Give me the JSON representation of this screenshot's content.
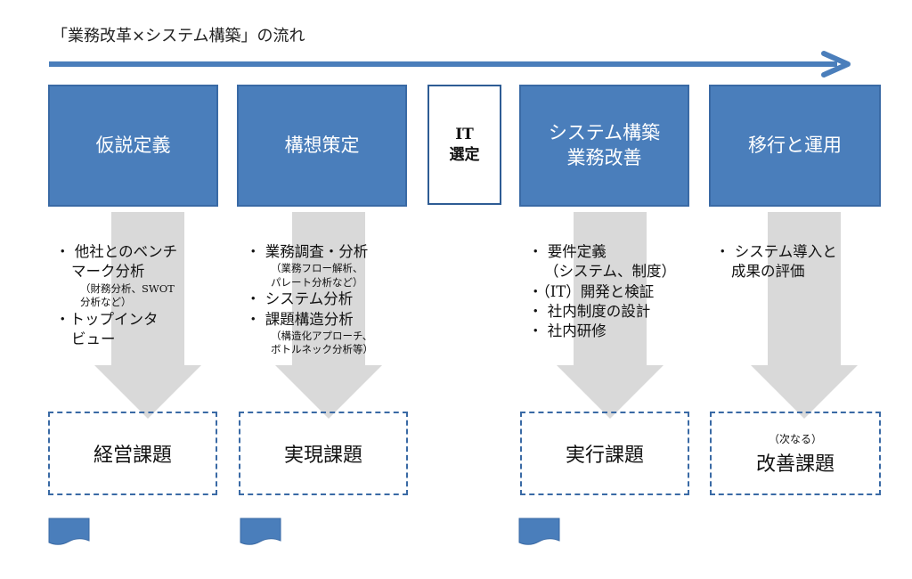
{
  "title": "「業務改革×システム構築」の流れ",
  "colors": {
    "phase_fill": "#4a7ebb",
    "phase_border": "#3a6aa5",
    "arrow_gray": "#d9d9d9",
    "main_arrow": "#4a7ebb"
  },
  "phases": [
    {
      "lines": [
        "仮説定義"
      ]
    },
    {
      "lines": [
        "構想策定"
      ]
    },
    {
      "lines": [
        "IT",
        "選定"
      ]
    },
    {
      "lines": [
        "システム構築",
        "業務改善"
      ]
    },
    {
      "lines": [
        "移行と運用"
      ]
    }
  ],
  "bullets": [
    [
      {
        "type": "b",
        "text": "・ 他社とのベンチ"
      },
      {
        "type": "c",
        "text": "マーク分析"
      },
      {
        "type": "note",
        "text": "（財務分析、SWOT"
      },
      {
        "type": "note",
        "text": "分析など）"
      },
      {
        "type": "b",
        "text": "・トップインタ"
      },
      {
        "type": "c",
        "text": "ビュー"
      }
    ],
    [
      {
        "type": "b",
        "text": "・ 業務調査・分析"
      },
      {
        "type": "note",
        "text": "（業務フロー解析、"
      },
      {
        "type": "note",
        "text": "パレート分析など）"
      },
      {
        "type": "b",
        "text": "・ システム分析"
      },
      {
        "type": "b",
        "text": "・ 課題構造分析"
      },
      {
        "type": "note",
        "text": "（構造化アプローチ、"
      },
      {
        "type": "note",
        "text": "ボトルネック分析等）"
      }
    ],
    [
      {
        "type": "b",
        "text": "・ 要件定義"
      },
      {
        "type": "c",
        "text": "（システム、制度）"
      },
      {
        "type": "b",
        "text": "・（IT）開発と検証"
      },
      {
        "type": "b",
        "text": "・ 社内制度の設計"
      },
      {
        "type": "b",
        "text": "・ 社内研修"
      }
    ],
    [
      {
        "type": "b",
        "text": "・ システム導入と"
      },
      {
        "type": "c",
        "text": "成果の評価"
      }
    ]
  ],
  "issues": [
    {
      "pre": "",
      "label": "経営課題"
    },
    {
      "pre": "",
      "label": "実現課題"
    },
    {
      "pre": "",
      "label": "実行課題"
    },
    {
      "pre": "（次なる）",
      "label": "改善課題"
    }
  ]
}
